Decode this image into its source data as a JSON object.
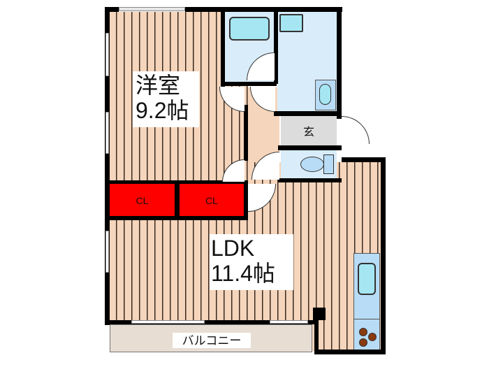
{
  "floorplan": {
    "rooms": {
      "western_room": {
        "name": "洋室",
        "size": "9.2帖"
      },
      "ldk": {
        "name": "LDK",
        "size": "11.4帖"
      },
      "entrance": {
        "name": "玄"
      },
      "balcony": {
        "name": "バルコニー"
      },
      "closets": [
        {
          "name": "CL"
        },
        {
          "name": "CL"
        }
      ]
    },
    "colors": {
      "wall": "#000000",
      "floor": "#f5d5bb",
      "wet_area": "#d9ecfa",
      "closet": "#ff0000",
      "entrance": "#dcdcdc",
      "balcony": "#e8ddd3",
      "fixture": "#a6e6f3",
      "stove_burner": "#8b3a10"
    }
  }
}
